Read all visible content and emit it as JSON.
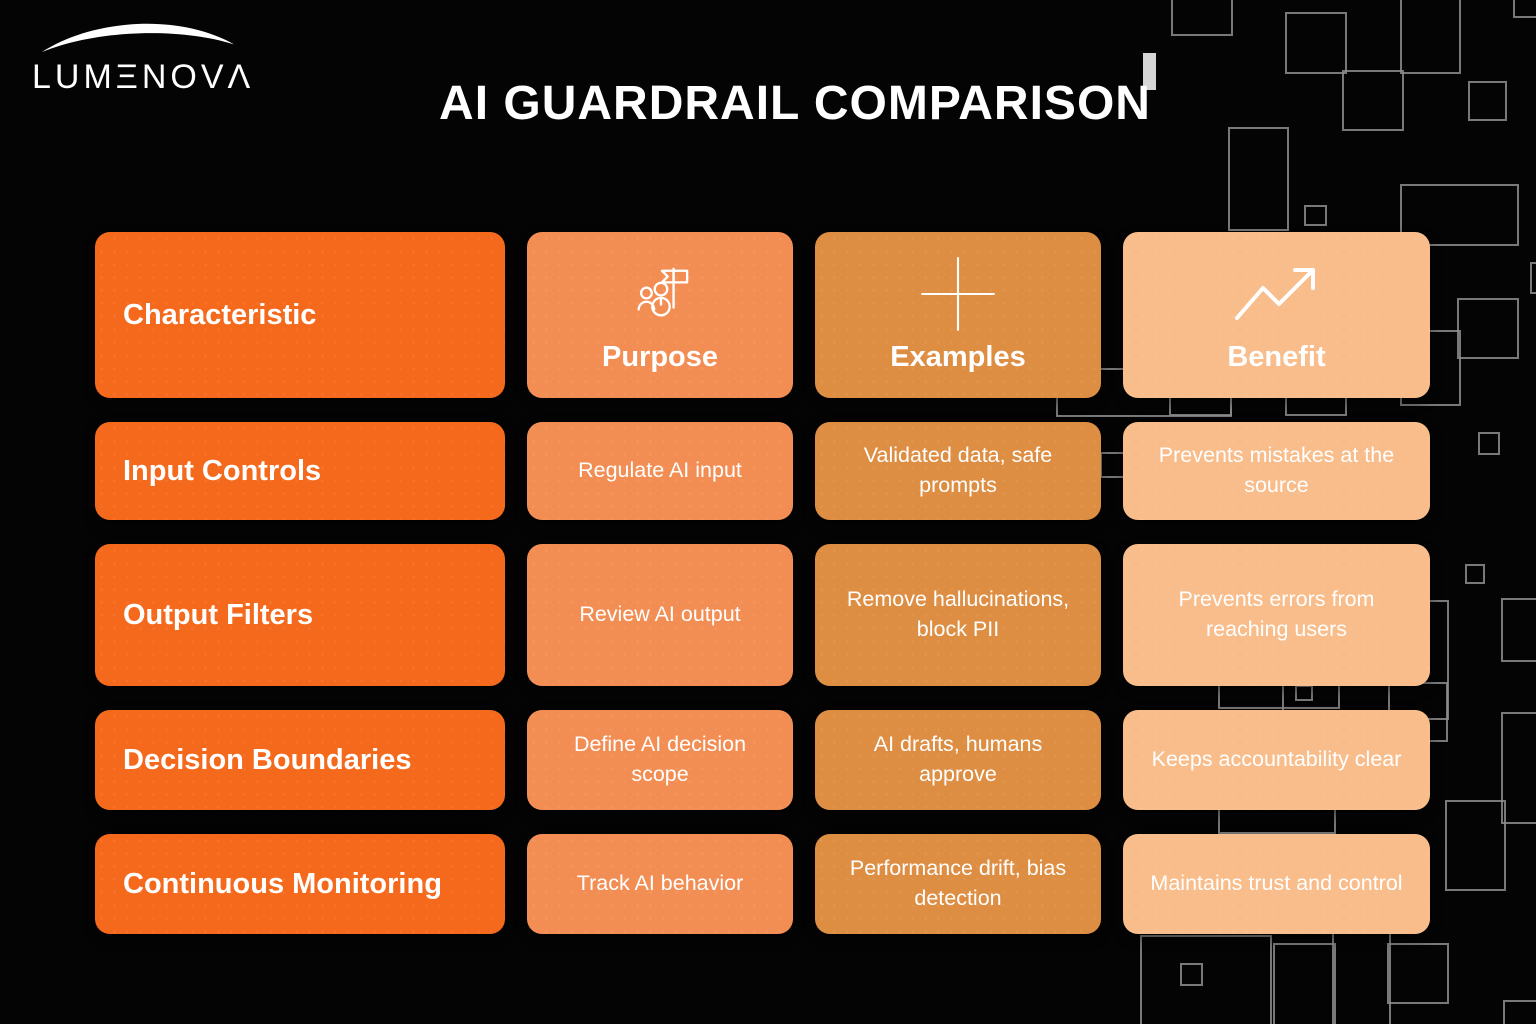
{
  "brand": {
    "logo_text": "LUMΞNOVΛ"
  },
  "page": {
    "title": "AI GUARDRAIL COMPARISON"
  },
  "colors": {
    "background": "#040404",
    "col_characteristic": "#F5691D",
    "col_purpose": "#F28E54",
    "col_examples": "#DE8E43",
    "col_benefit": "#F8BD8B",
    "text": "#FFFFFF",
    "decor_line": "#8E8E8E"
  },
  "table": {
    "columns": [
      {
        "label": "Characteristic",
        "icon": "none"
      },
      {
        "label": "Purpose",
        "icon": "team-flag-icon"
      },
      {
        "label": "Examples",
        "icon": "plus-icon"
      },
      {
        "label": "Benefit",
        "icon": "trend-up-icon"
      }
    ],
    "rows": [
      {
        "characteristic": "Input Controls",
        "purpose": "Regulate AI input",
        "examples": "Validated data, safe prompts",
        "benefit": "Prevents mistakes at the source"
      },
      {
        "characteristic": "Output Filters",
        "purpose": "Review AI output",
        "examples": "Remove hallucinations, block PII",
        "benefit": "Prevents errors from reaching users"
      },
      {
        "characteristic": "Decision Boundaries",
        "purpose": "Define AI decision scope",
        "examples": "AI drafts, humans approve",
        "benefit": "Keeps accountability clear"
      },
      {
        "characteristic": "Continuous Monitoring",
        "purpose": "Track AI behavior",
        "examples": "Performance drift, bias detection",
        "benefit": "Maintains trust and control"
      }
    ]
  }
}
